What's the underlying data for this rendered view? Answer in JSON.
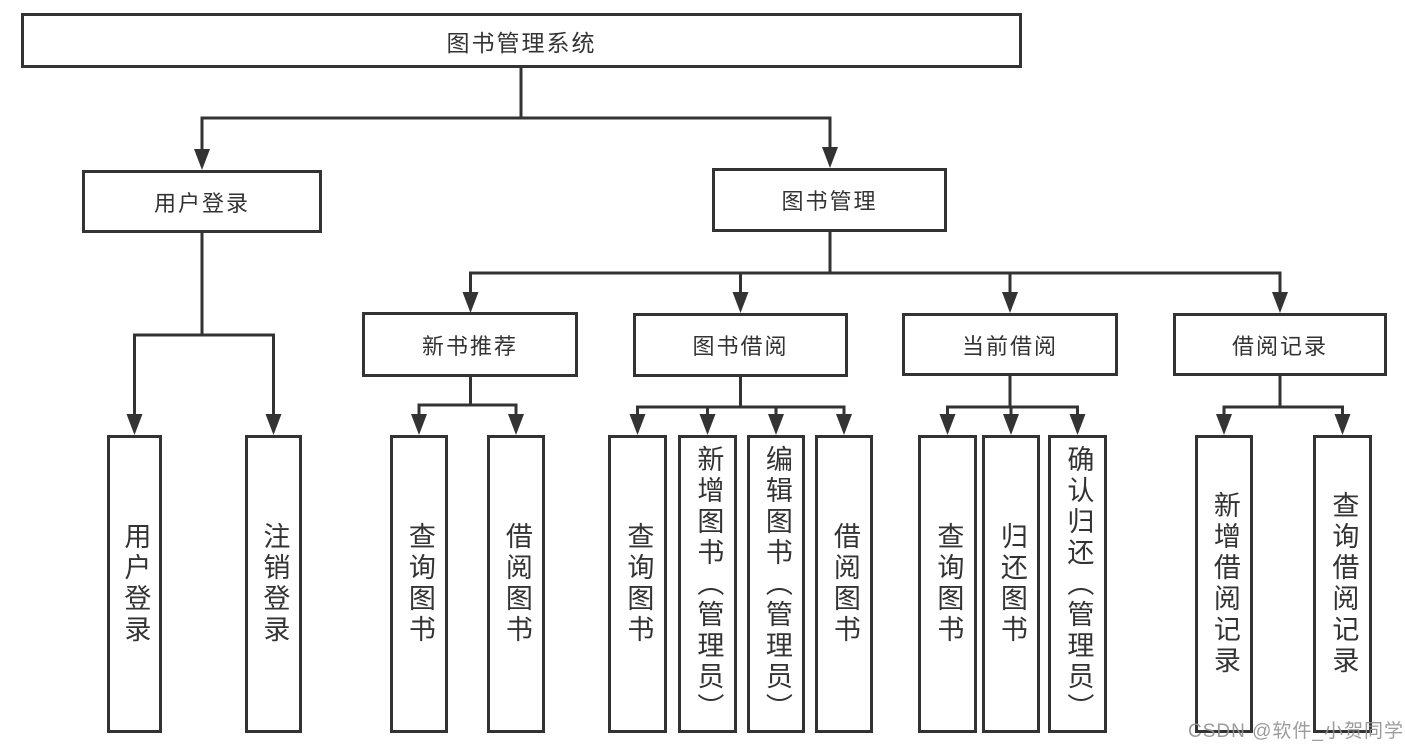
{
  "tree": {
    "label": "图书管理系统",
    "children": [
      {
        "label": "用户登录",
        "children": [
          {
            "label": "用户登录"
          },
          {
            "label": "注销登录"
          }
        ]
      },
      {
        "label": "图书管理",
        "children": [
          {
            "label": "新书推荐",
            "children": [
              {
                "label": "查询图书"
              },
              {
                "label": "借阅图书"
              }
            ]
          },
          {
            "label": "图书借阅",
            "children": [
              {
                "label": "查询图书"
              },
              {
                "label": "新增图书（管理员）"
              },
              {
                "label": "编辑图书（管理员）"
              },
              {
                "label": "借阅图书"
              }
            ]
          },
          {
            "label": "当前借阅",
            "children": [
              {
                "label": "查询图书"
              },
              {
                "label": "归还图书"
              },
              {
                "label": "确认归还（管理员）"
              }
            ]
          },
          {
            "label": "借阅记录",
            "children": [
              {
                "label": "新增借阅记录"
              },
              {
                "label": "查询借阅记录"
              }
            ]
          }
        ]
      }
    ]
  },
  "watermark": {
    "text": "CSDN @软件_小贺同学"
  },
  "colors": {
    "line": "#333333",
    "text": "#333333",
    "watermark": "#919191"
  }
}
